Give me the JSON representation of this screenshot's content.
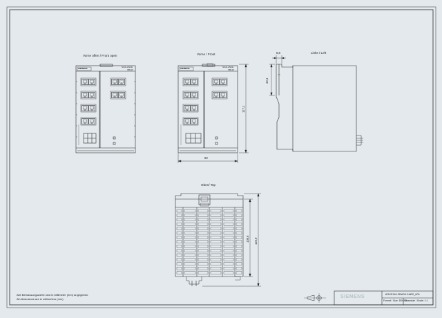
{
  "views": {
    "front_open_title": "Vorne offen / Front open",
    "front_title": "Vorne / Front",
    "left_title": "Links / Left",
    "top_title": "Oben/ Top"
  },
  "device": {
    "brand": "SIEMENS",
    "product": "SCALANCE",
    "model": "XB116"
  },
  "dimensions": {
    "width": "60",
    "height_front": "117,1",
    "depth_top": "6,8",
    "din_height": "40,4",
    "top_depth_1": "108,6",
    "top_depth_2": "122,9"
  },
  "notes": {
    "line1": "Alle Bemassungswerte sind in Millimeter (mm) angegeben.",
    "line2": "All dimensions are in millimeters (mm)."
  },
  "title_block": {
    "logo": "SIEMENS",
    "drawing_number": "6GK5116-2BA00-2AB2_001",
    "format": "Format / Size: DIN A3",
    "scale": "Massstab / Scale: 1:1"
  },
  "colors": {
    "background": "#e3e9ed",
    "line": "#2a2a2a"
  }
}
